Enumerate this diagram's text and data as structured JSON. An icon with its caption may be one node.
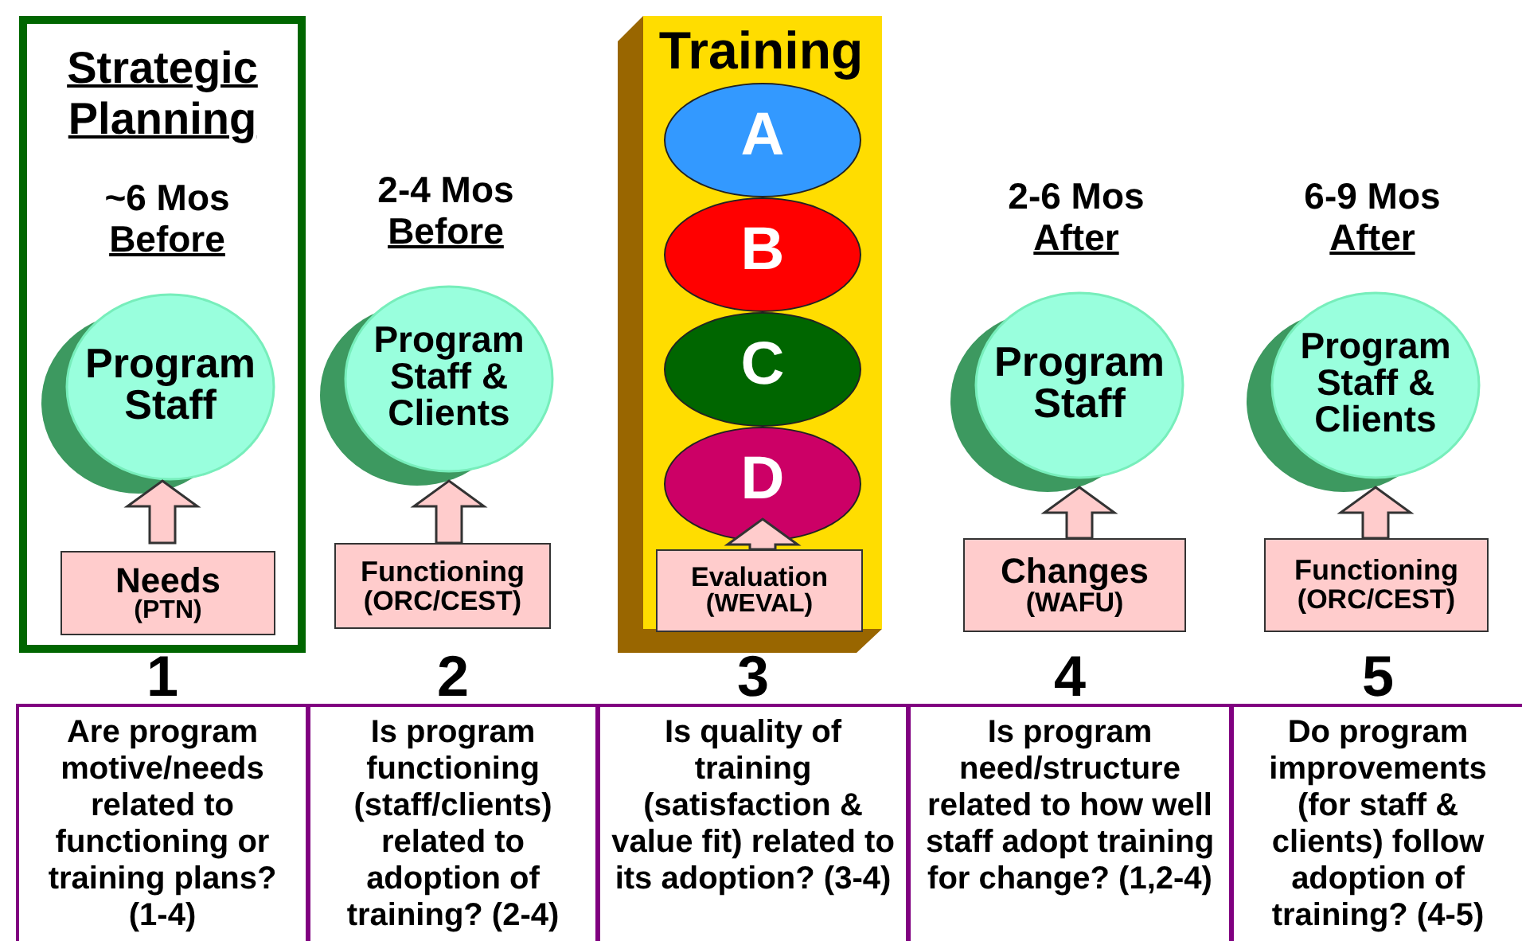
{
  "diagram": {
    "nodes": [
      {
        "text": [
          "Strategic Planning"
        ]
      },
      {
        "text": [
          "Program Staff"
        ],
        "in": 0,
        "beside": [
          "~6 Mos",
          "Before"
        ]
      },
      {
        "text": [
          "Needs",
          "(PTN)"
        ],
        "in": 0
      },
      {
        "text": [
          "Program Staff & Clients"
        ],
        "beside": [
          "2-4 Mos",
          "Before"
        ]
      },
      {
        "text": [
          "Functioning",
          "(ORC/CEST)"
        ]
      },
      {
        "text": [
          "Training"
        ]
      },
      {
        "text": [
          "A"
        ],
        "in": 5
      },
      {
        "text": [
          "B"
        ],
        "in": 5
      },
      {
        "text": [
          "C"
        ],
        "in": 5
      },
      {
        "text": [
          "D"
        ],
        "in": 5
      },
      {
        "text": [
          "Evaluation",
          "(WEVAL)"
        ],
        "in": 5
      },
      {
        "text": [
          "Program Staff"
        ],
        "beside": [
          "2-6 Mos",
          "After"
        ]
      },
      {
        "text": [
          "Changes",
          "(WAFU)"
        ]
      },
      {
        "text": [
          "Program Staff & Clients"
        ],
        "beside": [
          "6-9 Mos",
          "After"
        ]
      },
      {
        "text": [
          "Functioning",
          "(ORC/CEST)"
        ]
      },
      {
        "text": [
          "1",
          "Are program motive/needs related to functioning or training plans? (1-4)"
        ]
      },
      {
        "text": [
          "2",
          "Is program functioning (staff/clients) related to adoption of training? (2-4)"
        ]
      },
      {
        "text": [
          "3",
          "Is quality of training (satisfaction & value fit) related to its adoption? (3-4)"
        ]
      },
      {
        "text": [
          "4",
          "Is program need/structure related to how well staff adopt training for change? (1,2-4)"
        ]
      },
      {
        "text": [
          "5",
          "Do program improvements (for staff & clients) follow adoption of training? (4-5)"
        ]
      }
    ],
    "edges": [
      {
        "from": 2,
        "to": 1,
        "arrow": "to",
        "style": "thick"
      },
      {
        "from": 4,
        "to": 3,
        "arrow": "to",
        "style": "thick"
      },
      {
        "from": 10,
        "to": 9,
        "arrow": "to",
        "style": "thick"
      },
      {
        "from": 12,
        "to": 11,
        "arrow": "to",
        "style": "thick"
      },
      {
        "from": 14,
        "to": 13,
        "arrow": "to",
        "style": "thick"
      }
    ]
  }
}
